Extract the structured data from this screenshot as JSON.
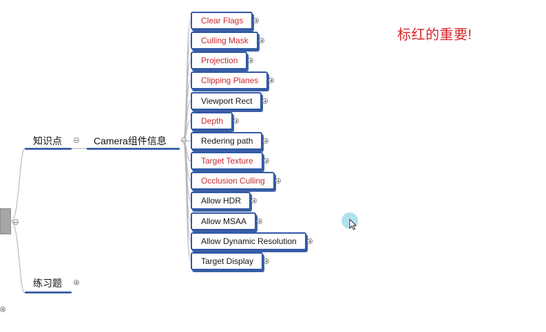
{
  "note": "标红的重要!",
  "branches": {
    "knowledge": "知识点",
    "exercises": "练习题",
    "camera": "Camera组件信息"
  },
  "leaves": [
    {
      "label": "Clear Flags",
      "important": true
    },
    {
      "label": "Culling Mask",
      "important": true
    },
    {
      "label": "Projection",
      "important": true
    },
    {
      "label": "Clipping Planes",
      "important": true
    },
    {
      "label": "Viewport Rect",
      "important": false
    },
    {
      "label": "Depth",
      "important": true
    },
    {
      "label": "Redering path",
      "important": false
    },
    {
      "label": "Target Texture",
      "important": true
    },
    {
      "label": "Occlusion Culling",
      "important": true
    },
    {
      "label": "Allow HDR",
      "important": false
    },
    {
      "label": "Allow MSAA",
      "important": false
    },
    {
      "label": "Allow Dynamic Resolution",
      "important": false
    },
    {
      "label": "Target Display",
      "important": false
    }
  ],
  "colors": {
    "important": "#c8272d",
    "normal": "#151515",
    "border": "#2f58a8"
  }
}
